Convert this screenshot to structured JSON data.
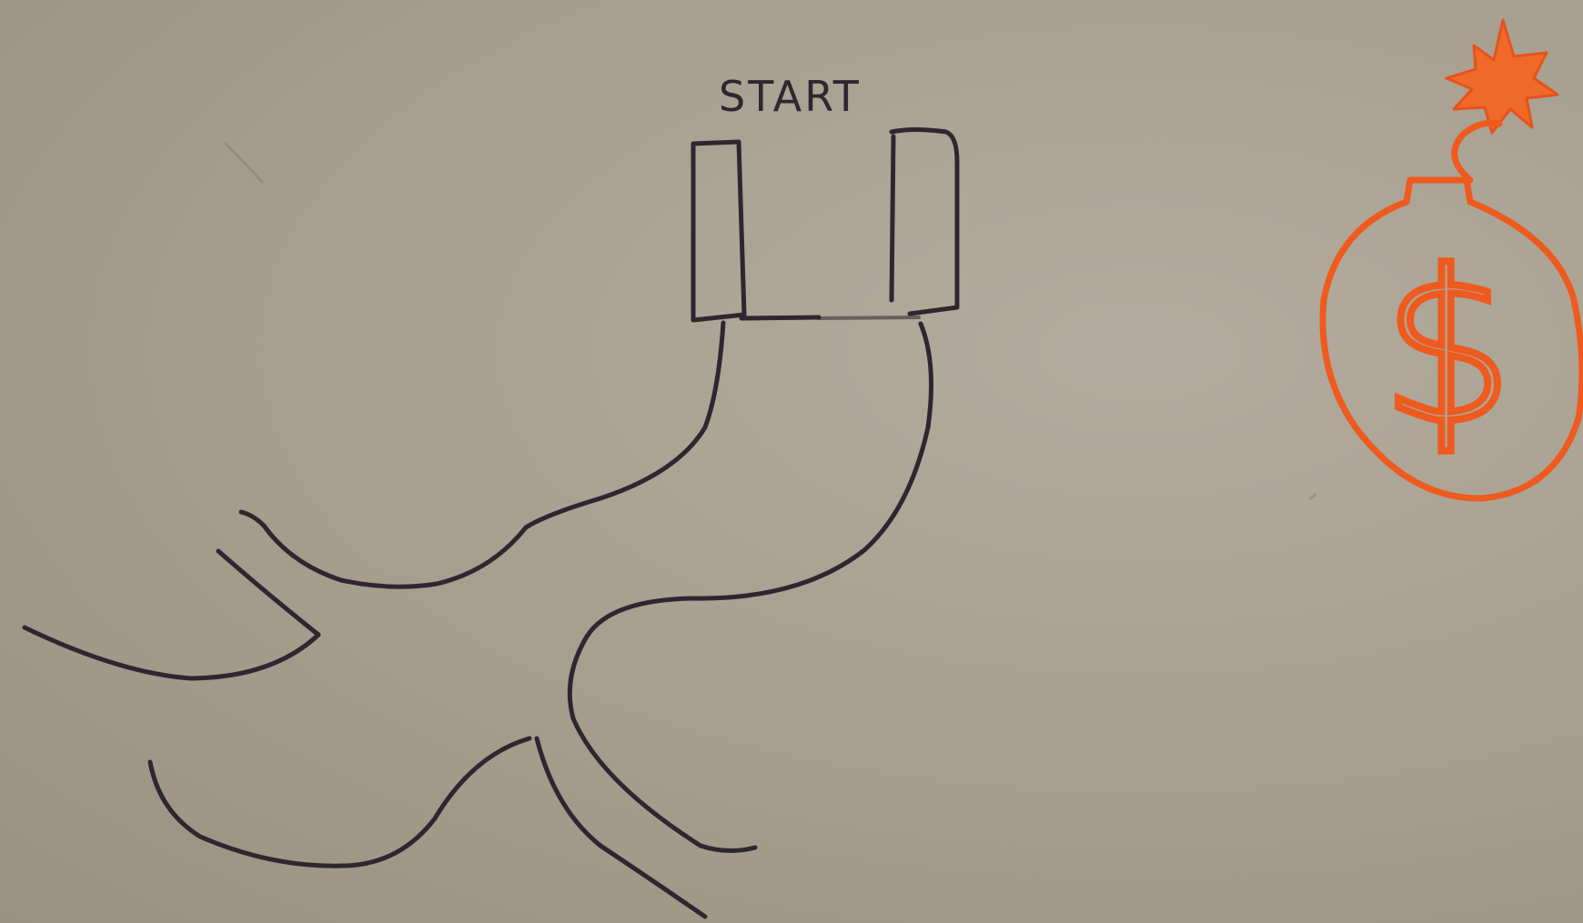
{
  "diagram": {
    "start_label": "START",
    "goal_symbol": "$",
    "ink_color": "#2e2730",
    "marker_color": "#ef5a1e",
    "board_color": "#a69c8c",
    "elements": [
      {
        "id": "start-box",
        "kind": "rectangle"
      },
      {
        "id": "left-path",
        "kind": "branching-path"
      },
      {
        "id": "right-path",
        "kind": "branching-path"
      },
      {
        "id": "bomb",
        "kind": "icon",
        "icon": "money-bomb-icon"
      }
    ]
  }
}
